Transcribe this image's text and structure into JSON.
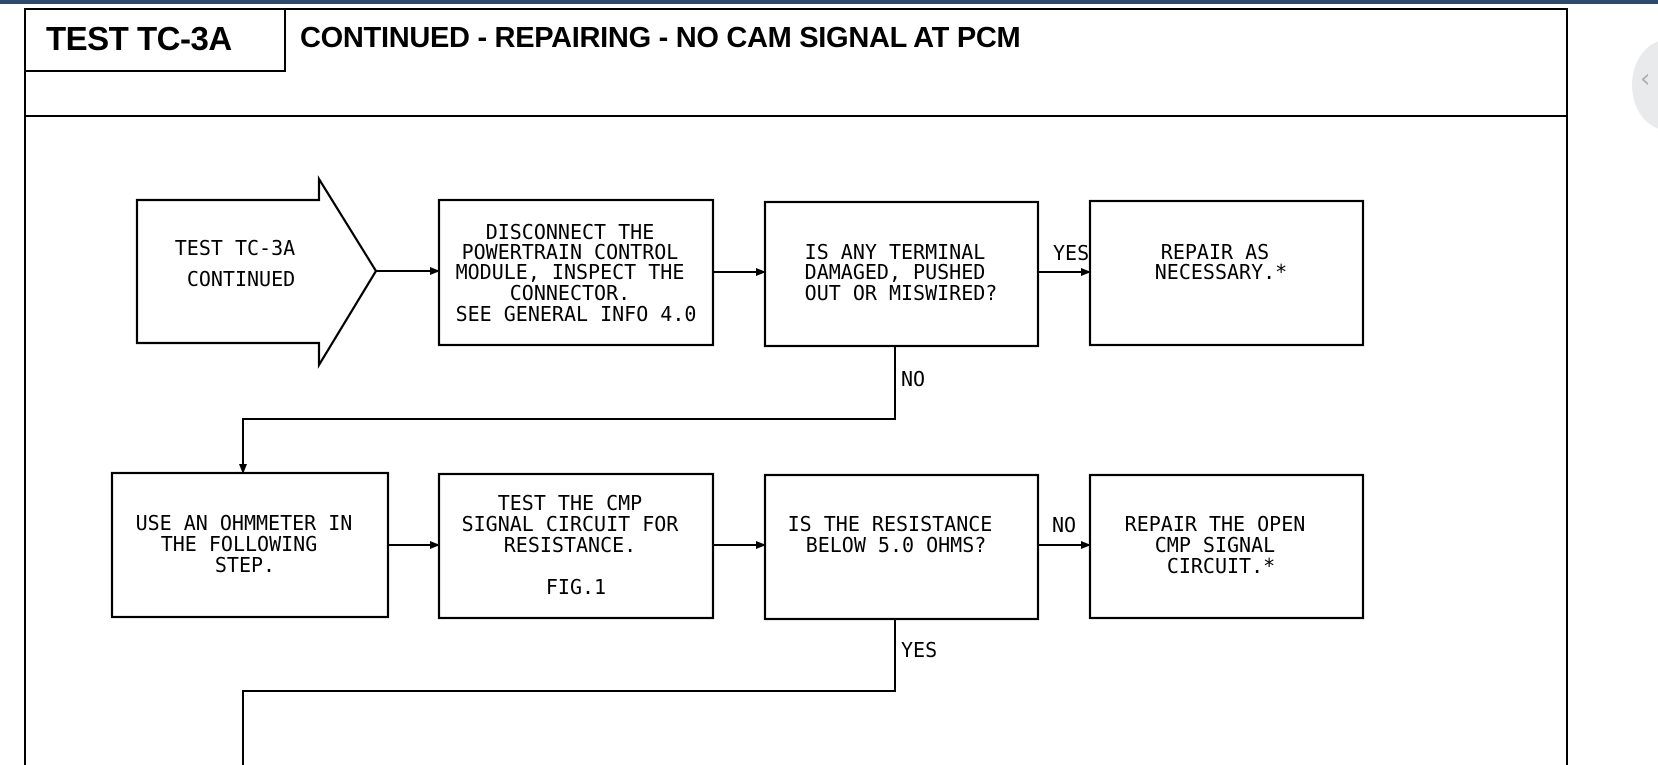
{
  "header": {
    "test_id": "TEST TC-3A",
    "title": "CONTINUED -  REPAIRING - NO CAM SIGNAL AT PCM"
  },
  "flowchart": {
    "nodes": [
      {
        "id": "start",
        "shape": "arrow",
        "lines": [
          "TEST TC-3A",
          "CONTINUED"
        ]
      },
      {
        "id": "disconnect",
        "shape": "box",
        "lines": [
          "DISCONNECT THE",
          "POWERTRAIN CONTROL",
          "MODULE, INSPECT THE",
          "CONNECTOR.",
          "SEE GENERAL INFO 4.0"
        ]
      },
      {
        "id": "terminal-check",
        "shape": "box",
        "lines": [
          "IS ANY TERMINAL",
          "DAMAGED, PUSHED",
          "OUT OR MISWIRED?"
        ]
      },
      {
        "id": "repair-as-necessary",
        "shape": "box",
        "lines": [
          "REPAIR AS",
          "NECESSARY.*"
        ]
      },
      {
        "id": "use-ohmmeter",
        "shape": "box",
        "lines": [
          "USE AN OHMMETER IN",
          "THE FOLLOWING",
          "STEP."
        ]
      },
      {
        "id": "test-cmp",
        "shape": "box",
        "lines": [
          "TEST THE CMP",
          "SIGNAL CIRCUIT FOR",
          "RESISTANCE.",
          "",
          "FIG.1"
        ]
      },
      {
        "id": "resistance-check",
        "shape": "box",
        "lines": [
          "IS THE RESISTANCE",
          "BELOW 5.0 OHMS?"
        ]
      },
      {
        "id": "repair-open",
        "shape": "box",
        "lines": [
          "REPAIR THE OPEN",
          "CMP SIGNAL",
          "CIRCUIT.*"
        ]
      }
    ],
    "edge_labels": {
      "terminal_yes": "YES",
      "terminal_no": "NO",
      "resistance_no": "NO",
      "resistance_yes": "YES"
    }
  },
  "icons": {
    "scroll_handle": "chevron-icon"
  }
}
